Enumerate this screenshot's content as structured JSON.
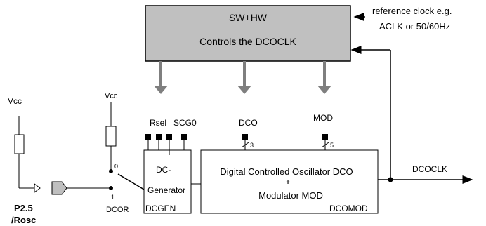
{
  "control_box": {
    "line1": "SW+HW",
    "line2": "Controls the DCOCLK"
  },
  "reference": {
    "line1": "reference clock e.g.",
    "line2": "ACLK or 50/60Hz"
  },
  "left_supply": {
    "vcc": "Vcc",
    "pin_line1": "P2.5",
    "pin_line2": "/Rosc"
  },
  "switch": {
    "vcc": "Vcc",
    "pos0": "0",
    "pos1": "1",
    "dcor": "DCOR"
  },
  "dcgen": {
    "bits": [
      "Rsel",
      "SCG0"
    ],
    "text1": "DC-",
    "text2": "Generator",
    "label": "DCGEN"
  },
  "dco": {
    "dco_bit": "DCO",
    "dco_width": "3",
    "mod_bit": "MOD",
    "mod_width": "5",
    "line1": "Digital Controlled Oscillator DCO",
    "plus": "+",
    "line2": "Modulator  MOD",
    "label": "DCOMOD"
  },
  "output": {
    "label": "DCOCLK"
  }
}
